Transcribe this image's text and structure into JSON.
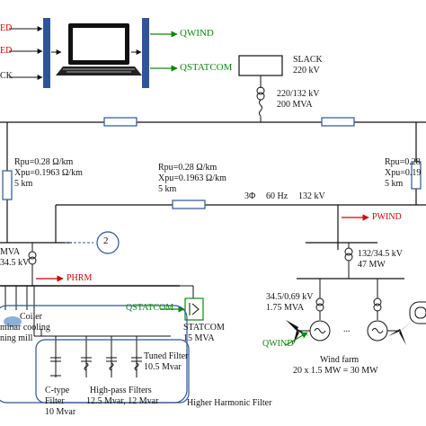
{
  "controller": {
    "inputs": [
      "ED",
      "ED",
      "CK"
    ],
    "outputs": {
      "q_wind": "QWIND",
      "q_statcom": "QSTATCOM"
    }
  },
  "slack": {
    "name": "SLACK",
    "voltage": "220 kV"
  },
  "transformer_main": {
    "ratio": "220/132 kV",
    "rating": "200 MVA"
  },
  "line_left": {
    "r": "Rpu=0.28 Ω/km",
    "x": "Xpu=0.1963 Ω/km",
    "len": "5 km"
  },
  "line_center": {
    "r": "Rpu=0.28 Ω/km",
    "x": "Xpu=0.1963 Ω/km",
    "len": "5 km"
  },
  "line_right": {
    "r": "Rpu=0.28",
    "x": "Xpu=0.19",
    "len": "5 km"
  },
  "bus_info": {
    "phase": "3Φ",
    "freq": "60 Hz",
    "voltage": "132 kV"
  },
  "marker_2": "2",
  "left_tx": {
    "rating": "MVA",
    "ratio": "34.5 kV"
  },
  "p_hrm": "PHRM",
  "p_wind": "PWIND",
  "wind_tx1": {
    "ratio": "132/34.5 kV",
    "rating": "47 MW"
  },
  "wind_tx2": {
    "ratio": "34.5/0.69 kV",
    "rating": "1.75 MVA"
  },
  "q_statcom_left": "QSTATCOM",
  "statcom": {
    "name": "STATCOM",
    "rating": "15 MVA"
  },
  "q_wind_left": "QWIND",
  "wind_farm": {
    "name": "Wind farm",
    "capacity": "20 x 1.5 MW = 30 MW",
    "dots": "..."
  },
  "loads": {
    "coiler": "Coiler",
    "laminar": "minar cooling",
    "mill": "ning mill"
  },
  "filters": {
    "tuned": "Tuned Filter",
    "tuned_rating": "10.5 Mvar",
    "ctype_1": "C-type",
    "ctype_2": "Filter",
    "ctype_3": "10 Mvar",
    "highpass": "High-pass Filters",
    "highpass_rating": "12.5 Mvar, 12 Mvar",
    "harmonic": "Higher Harmonic Filter"
  },
  "colors": {
    "red": "#d00000",
    "green": "#0a8a0a",
    "blue": "#2f5597",
    "line": "#111111"
  }
}
